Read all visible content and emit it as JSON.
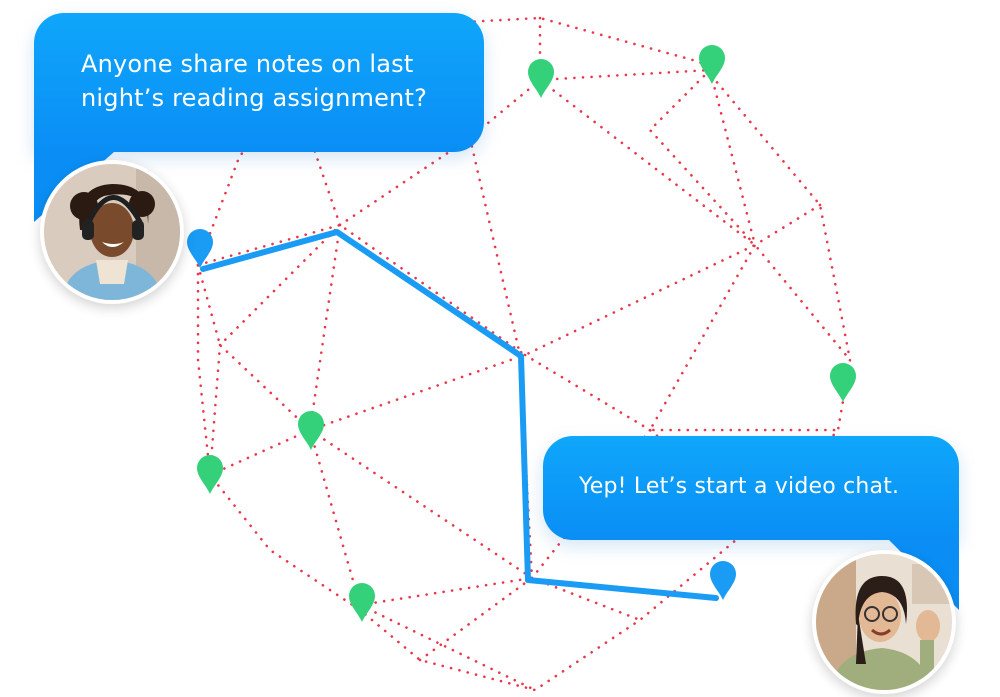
{
  "colors": {
    "bubble": "#0a8ef5",
    "route": "#1a9cf4",
    "network_dots": "#e8374b",
    "pin_green": "#34d17a",
    "pin_blue": "#1a9cf4"
  },
  "messages": [
    {
      "text": "Anyone share notes on last night’s reading assignment?"
    },
    {
      "text": "Yep! Let’s start a video chat."
    }
  ],
  "avatars": [
    {
      "icon": "person-with-headphones-avatar"
    },
    {
      "icon": "person-waving-avatar"
    }
  ],
  "pins": {
    "green_count": 6,
    "blue_count": 2
  }
}
